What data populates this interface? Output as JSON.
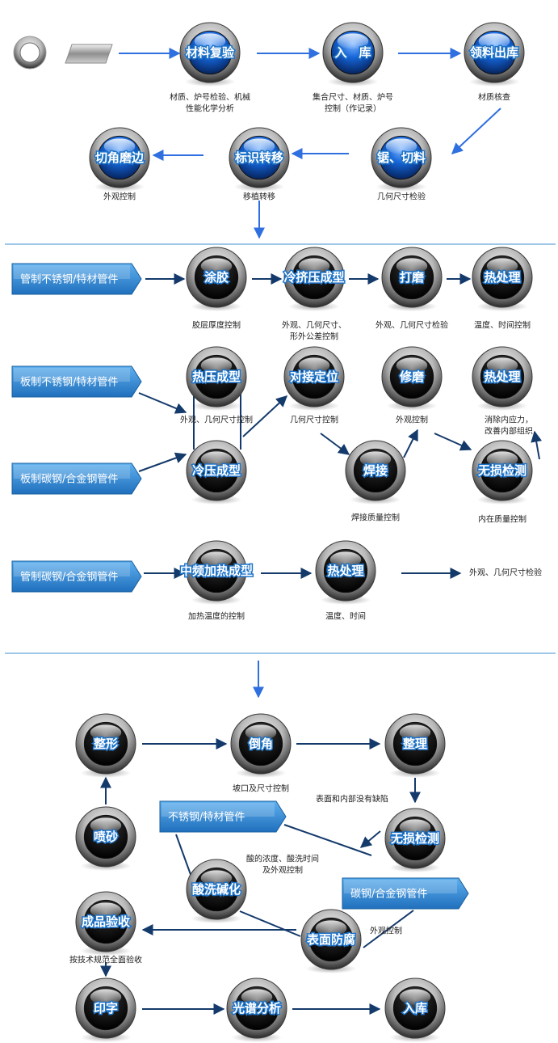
{
  "colors": {
    "arrow_blue": "#2f6fe0",
    "arrow_navy": "#143a6b",
    "sphere_blue": "#1565d8",
    "sphere_black": "#151515",
    "tag_blue": "#2b86d4",
    "divider": "#9fc8e8"
  },
  "stages": {
    "raw_material": {
      "nodes": [
        {
          "id": "material-recheck",
          "label": "材料复验",
          "style": "blue",
          "caption": [
            "材质、炉号检验、机械",
            "性能化学分析"
          ]
        },
        {
          "id": "warehousing",
          "label": "入　库",
          "style": "blue",
          "caption": [
            "集合尺寸、材质、炉号",
            "控制（作记录）"
          ]
        },
        {
          "id": "material-issue",
          "label": "领料出库",
          "style": "blue",
          "caption": [
            "材质核查"
          ]
        },
        {
          "id": "sawing-cutting",
          "label": "锯、切料",
          "style": "blue",
          "caption": [
            "几何尺寸检验"
          ]
        },
        {
          "id": "mark-transfer",
          "label": "标识转移",
          "style": "blue",
          "caption": [
            "移植转移"
          ]
        },
        {
          "id": "bevel-edge",
          "label": "切角磨边",
          "style": "blue",
          "caption": [
            "外观控制"
          ]
        }
      ]
    },
    "forming": {
      "tags": [
        {
          "id": "tag-pipe-stainless",
          "label": "管制不锈钢/特材管件"
        },
        {
          "id": "tag-plate-stainless",
          "label": "板制不锈钢/特材管件"
        },
        {
          "id": "tag-plate-carbon",
          "label": "板制碳钢/合金钢管件"
        },
        {
          "id": "tag-pipe-carbon",
          "label": "管制碳钢/合金钢管件"
        }
      ],
      "nodes": [
        {
          "id": "coating",
          "label": "涂胶",
          "caption": [
            "胶层厚度控制"
          ]
        },
        {
          "id": "cold-extrusion",
          "label": "冷挤压成型",
          "caption": [
            "外观、几何尺寸、",
            "形外公差控制"
          ]
        },
        {
          "id": "grinding",
          "label": "打磨",
          "caption": [
            "外观、几何尺寸检验"
          ]
        },
        {
          "id": "heat-treatment-1",
          "label": "热处理",
          "caption": [
            "温度、时间控制"
          ]
        },
        {
          "id": "hot-press",
          "label": "热压成型",
          "caption": [
            "外观、几何尺寸控制"
          ]
        },
        {
          "id": "butt-positioning",
          "label": "对接定位",
          "caption": [
            "几何尺寸控制"
          ]
        },
        {
          "id": "repair-grind",
          "label": "修磨",
          "caption": [
            "外观控制"
          ]
        },
        {
          "id": "heat-treatment-2",
          "label": "热处理",
          "caption": [
            "消除内应力，",
            "改善内部组织"
          ]
        },
        {
          "id": "cold-press",
          "label": "冷压成型",
          "caption": []
        },
        {
          "id": "welding",
          "label": "焊接",
          "caption": [
            "焊接质量控制"
          ]
        },
        {
          "id": "ndt-1",
          "label": "无损检测",
          "caption": [
            "内在质量控制"
          ]
        },
        {
          "id": "induction-bending",
          "label": "中频加热成型",
          "caption": [
            "加热温度的控制"
          ]
        },
        {
          "id": "heat-treatment-3",
          "label": "热处理",
          "caption": [
            "温度、时间"
          ]
        }
      ],
      "standalone_captions": [
        "外观、几何尺寸检验"
      ]
    },
    "finishing": {
      "tags": [
        {
          "id": "tag-stainless",
          "label": "不锈钢/特材管件"
        },
        {
          "id": "tag-carbon",
          "label": "碳钢/合金钢管件"
        }
      ],
      "nodes": [
        {
          "id": "shaping",
          "label": "整形",
          "caption": []
        },
        {
          "id": "chamfer",
          "label": "倒角",
          "caption": [
            "坡口及尺寸控制"
          ]
        },
        {
          "id": "finishing-trim",
          "label": "整理",
          "caption": [
            "表面和内部没有缺陷"
          ]
        },
        {
          "id": "ndt-2",
          "label": "无损检测",
          "caption": []
        },
        {
          "id": "sandblast",
          "label": "喷砂",
          "caption": []
        },
        {
          "id": "pickling",
          "label": "酸洗碱化",
          "caption": [
            "酸的浓度、酸洗时间",
            "及外观控制"
          ]
        },
        {
          "id": "final-inspection",
          "label": "成品验收",
          "caption": [
            "按技术规范全面验收"
          ]
        },
        {
          "id": "anticorrosion",
          "label": "表面防腐",
          "caption": [
            "外观控制"
          ]
        },
        {
          "id": "marking",
          "label": "印字",
          "caption": []
        },
        {
          "id": "spectral-analysis",
          "label": "光谱分析",
          "caption": []
        },
        {
          "id": "final-warehousing",
          "label": "入库",
          "caption": []
        }
      ]
    }
  }
}
